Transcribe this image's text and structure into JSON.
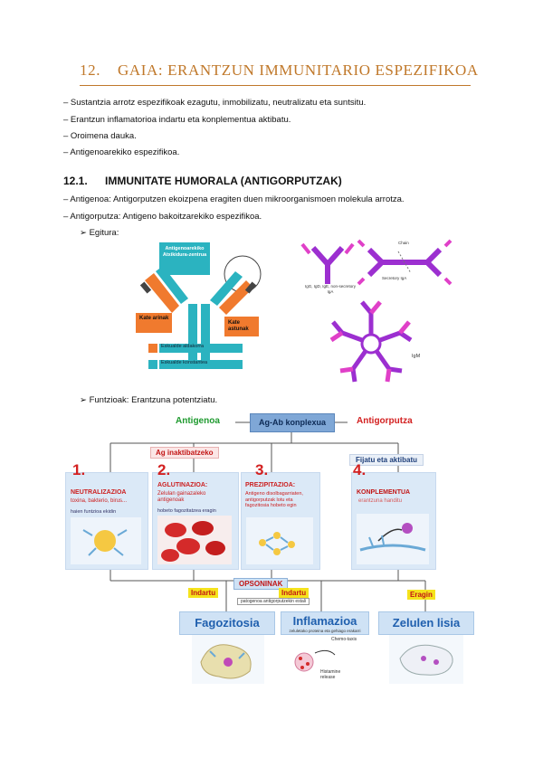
{
  "header": {
    "number": "12.",
    "title": "GAIA: ERANTZUN IMMUNITARIO ESPEZIFIKOA"
  },
  "intro_bullets": [
    "– Sustantzia arrotz espezifikoak ezagutu, inmobilizatu, neutralizatu eta suntsitu.",
    "– Erantzun inflamatorioa indartu eta konplementua aktibatu.",
    "– Oroimena dauka.",
    "– Antigenoarekiko espezifikoa."
  ],
  "section": {
    "number": "12.1.",
    "title": "IMMUNITATE HUMORALA (ANTIGORPUTZAK)"
  },
  "section_bullets": [
    "– Antigenoa: Antigorputzen ekoizpena eragiten duen mikroorganismoen molekula arrotza.",
    "– Antigorputza: Antigeno bakoitzarekiko espezifikoa."
  ],
  "sub_bullet_structure": "➢   Egitura:",
  "antibody_diagram": {
    "binding_site": "Antigenoarekiko Atxikidura-zentrua",
    "light_chains": "Kate arinak",
    "heavy_chains": "Kate astunak",
    "variable_region": "Eskualde aldakorra",
    "constant_region": "Eskualde konstantea"
  },
  "isotype_diagram": {
    "monomer_label": "IgG, IgD, IgE, non-secretory IgA",
    "secretory_label": "Secretory IgA",
    "chain_label": "Chain",
    "igm_label": "IgM"
  },
  "sub_bullet_function": "➢   Funtzioak: Erantzuna potentziatu.",
  "flow": {
    "antigen": "Antigenoa",
    "complex": "Ag-Ab konplexua",
    "antibody": "Antigorputza",
    "inactivate": "Ag inaktibatzeko",
    "fix_activate": "Fijatu eta aktibatu",
    "mechanisms": [
      {
        "num": "1.",
        "title": "NEUTRALIZAZIOA",
        "desc": "toxina, bakterio, birus...",
        "note": "haien funtzioa ekidin"
      },
      {
        "num": "2.",
        "title": "AGLUTINAZIOA:",
        "desc": "Zelulan gainazaleko antigenoak",
        "note": "hobeto fagozitatzea eragin"
      },
      {
        "num": "3.",
        "title": "PREZIPITAZIOA:",
        "desc": "Antigeno disolbagarriaten, antigorputzak lotu eta fagozitosia hobeto egin",
        "note": ""
      },
      {
        "num": "4.",
        "title": "KONPLEMENTUA",
        "desc": "erantzuna handitu",
        "note": ""
      }
    ],
    "opsoninak": "OPSONINAK",
    "opsoninak_note": "patogenoa antigorputzekin estali",
    "indartu_1": "Indartu",
    "indartu_2": "Indartu",
    "eragin": "Eragin",
    "outcomes": [
      {
        "title": "Fagozitosia",
        "note": ""
      },
      {
        "title": "Inflamazioa",
        "note": "zeluletako proteina eta gehiago erakarri"
      },
      {
        "title": "Zelulen lisia",
        "note": ""
      }
    ],
    "chemotaxis": "Chemo-taxis",
    "histamine": "Histamine release"
  },
  "colors": {
    "heading": "#c0782a",
    "red": "#d32020",
    "green": "#1f9a2f",
    "blue_box": "#dbe9f7",
    "orange_chain": "#f07a2e",
    "teal_chain": "#2bb3c0",
    "purple_ab": "#9c2fd0",
    "magenta_ab": "#e040c8",
    "yellow_label": "#f5e31c"
  }
}
